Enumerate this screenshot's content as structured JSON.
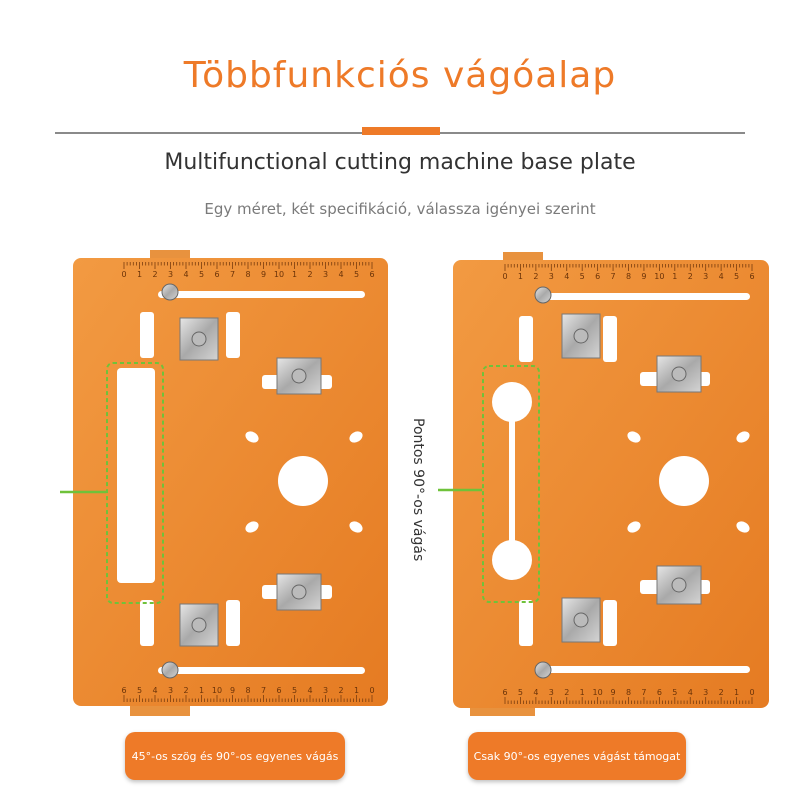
{
  "header": {
    "title": "Többfunkciós vágóalap",
    "subtitle": "Multifunctional cutting machine base plate",
    "tagline": "Egy méret, két specifikáció, válassza igényei szerint"
  },
  "side_note": "Pontos 90°-os vágás",
  "captions": {
    "left": "45°-os szög és 90°-os egyenes vágás",
    "right": "Csak 90°-os egyenes vágást támogat"
  },
  "ruler": {
    "top_labels": [
      "0",
      "1",
      "2",
      "3",
      "4",
      "5",
      "6",
      "7",
      "8",
      "9",
      "10",
      "1",
      "2",
      "3",
      "4",
      "5",
      "6"
    ],
    "bottom_labels": [
      "6",
      "5",
      "4",
      "3",
      "2",
      "1",
      "10",
      "9",
      "8",
      "7",
      "6",
      "5",
      "4",
      "3",
      "2",
      "1",
      "0"
    ]
  },
  "colors": {
    "plate": "#ee8a2e",
    "accent": "#ee7a28",
    "highlight": "#6fc23a"
  }
}
